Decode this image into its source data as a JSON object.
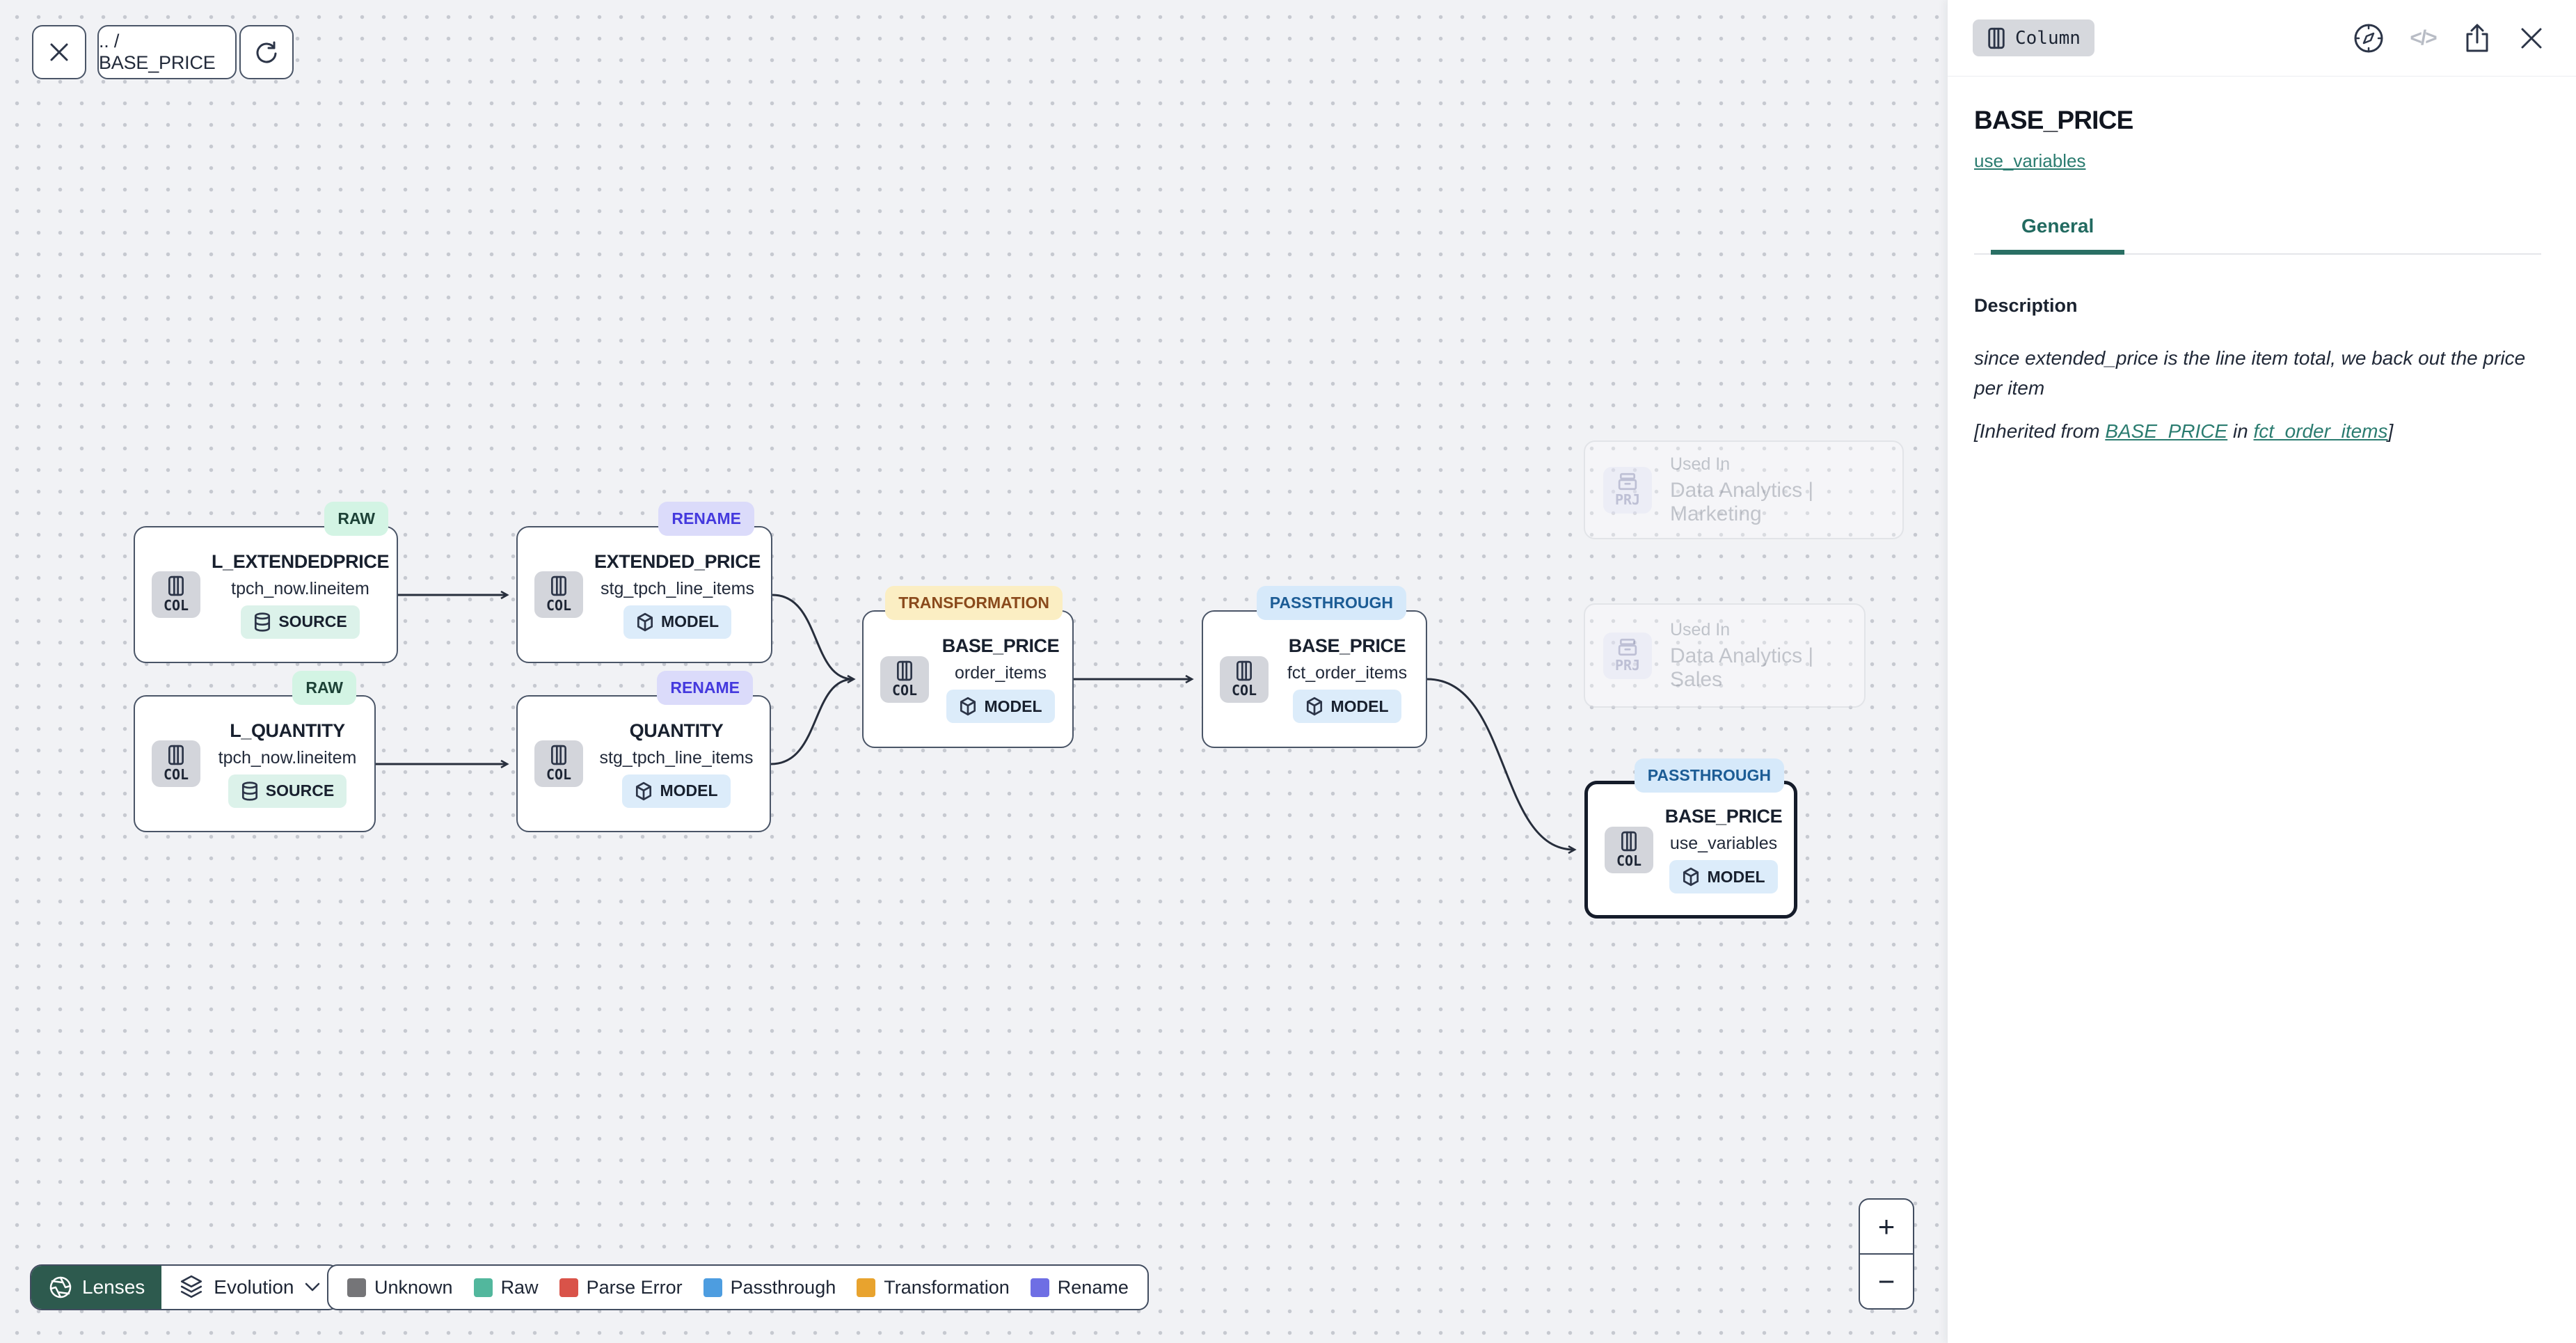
{
  "toolbar": {
    "breadcrumb": ".. / BASE_PRICE",
    "close_icon": "close-x",
    "refresh_icon": "refresh-arrow"
  },
  "graph": {
    "nodes": [
      {
        "badge": "RAW",
        "title": "L_EXTENDEDPRICE",
        "subtitle": "tpch_now.lineitem",
        "kind": "COL",
        "type": "SOURCE"
      },
      {
        "badge": "RENAME",
        "title": "EXTENDED_PRICE",
        "subtitle": "stg_tpch_line_items",
        "kind": "COL",
        "type": "MODEL"
      },
      {
        "badge": "RAW",
        "title": "L_QUANTITY",
        "subtitle": "tpch_now.lineitem",
        "kind": "COL",
        "type": "SOURCE"
      },
      {
        "badge": "RENAME",
        "title": "QUANTITY",
        "subtitle": "stg_tpch_line_items",
        "kind": "COL",
        "type": "MODEL"
      },
      {
        "badge": "TRANSFORMATION",
        "title": "BASE_PRICE",
        "subtitle": "order_items",
        "kind": "COL",
        "type": "MODEL"
      },
      {
        "badge": "PASSTHROUGH",
        "title": "BASE_PRICE",
        "subtitle": "fct_order_items",
        "kind": "COL",
        "type": "MODEL"
      },
      {
        "badge": "PASSTHROUGH",
        "title": "BASE_PRICE",
        "subtitle": "use_variables",
        "kind": "COL",
        "type": "MODEL"
      }
    ],
    "used_in": [
      {
        "chip": "PRJ",
        "label": "Used In",
        "name": "Data Analytics | Marketing"
      },
      {
        "chip": "PRJ",
        "label": "Used In",
        "name": "Data Analytics | Sales"
      }
    ]
  },
  "panel": {
    "type_badge": "Column",
    "icons": [
      "compass",
      "code",
      "share",
      "close"
    ],
    "code_glyph": "</>",
    "title": "BASE_PRICE",
    "model_link": "use_variables",
    "tabs": [
      {
        "label": "General",
        "active": true
      }
    ],
    "description_heading": "Description",
    "description_body": "since extended_price is the line item total, we back out the price per item",
    "inherited": {
      "prefix": "[Inherited from ",
      "column_link": "BASE_PRICE",
      "infix": " in ",
      "model_link": "fct_order_items",
      "suffix": "]"
    }
  },
  "footer": {
    "lenses_label": "Lenses",
    "lens_selected": "Evolution",
    "legend": [
      {
        "label": "Unknown",
        "color": "#757578"
      },
      {
        "label": "Raw",
        "color": "#52b79d"
      },
      {
        "label": "Parse Error",
        "color": "#d95349"
      },
      {
        "label": "Passthrough",
        "color": "#4d9de0"
      },
      {
        "label": "Transformation",
        "color": "#e8a32e"
      },
      {
        "label": "Rename",
        "color": "#6e6ee4"
      }
    ]
  },
  "zoom_controls": {
    "zoom_in": "+",
    "zoom_out": "−"
  },
  "colors": {
    "accent_teal": "#2b7c70",
    "lenses_button": "#2d5a4e",
    "badge_raw_bg": "#d3f4e4",
    "badge_rename_bg": "#dbdbfa",
    "badge_transformation_bg": "#fbeec3",
    "badge_passthrough_bg": "#d6e9fa",
    "node_border": "#4a5567",
    "canvas_bg": "#f1f2f5"
  }
}
